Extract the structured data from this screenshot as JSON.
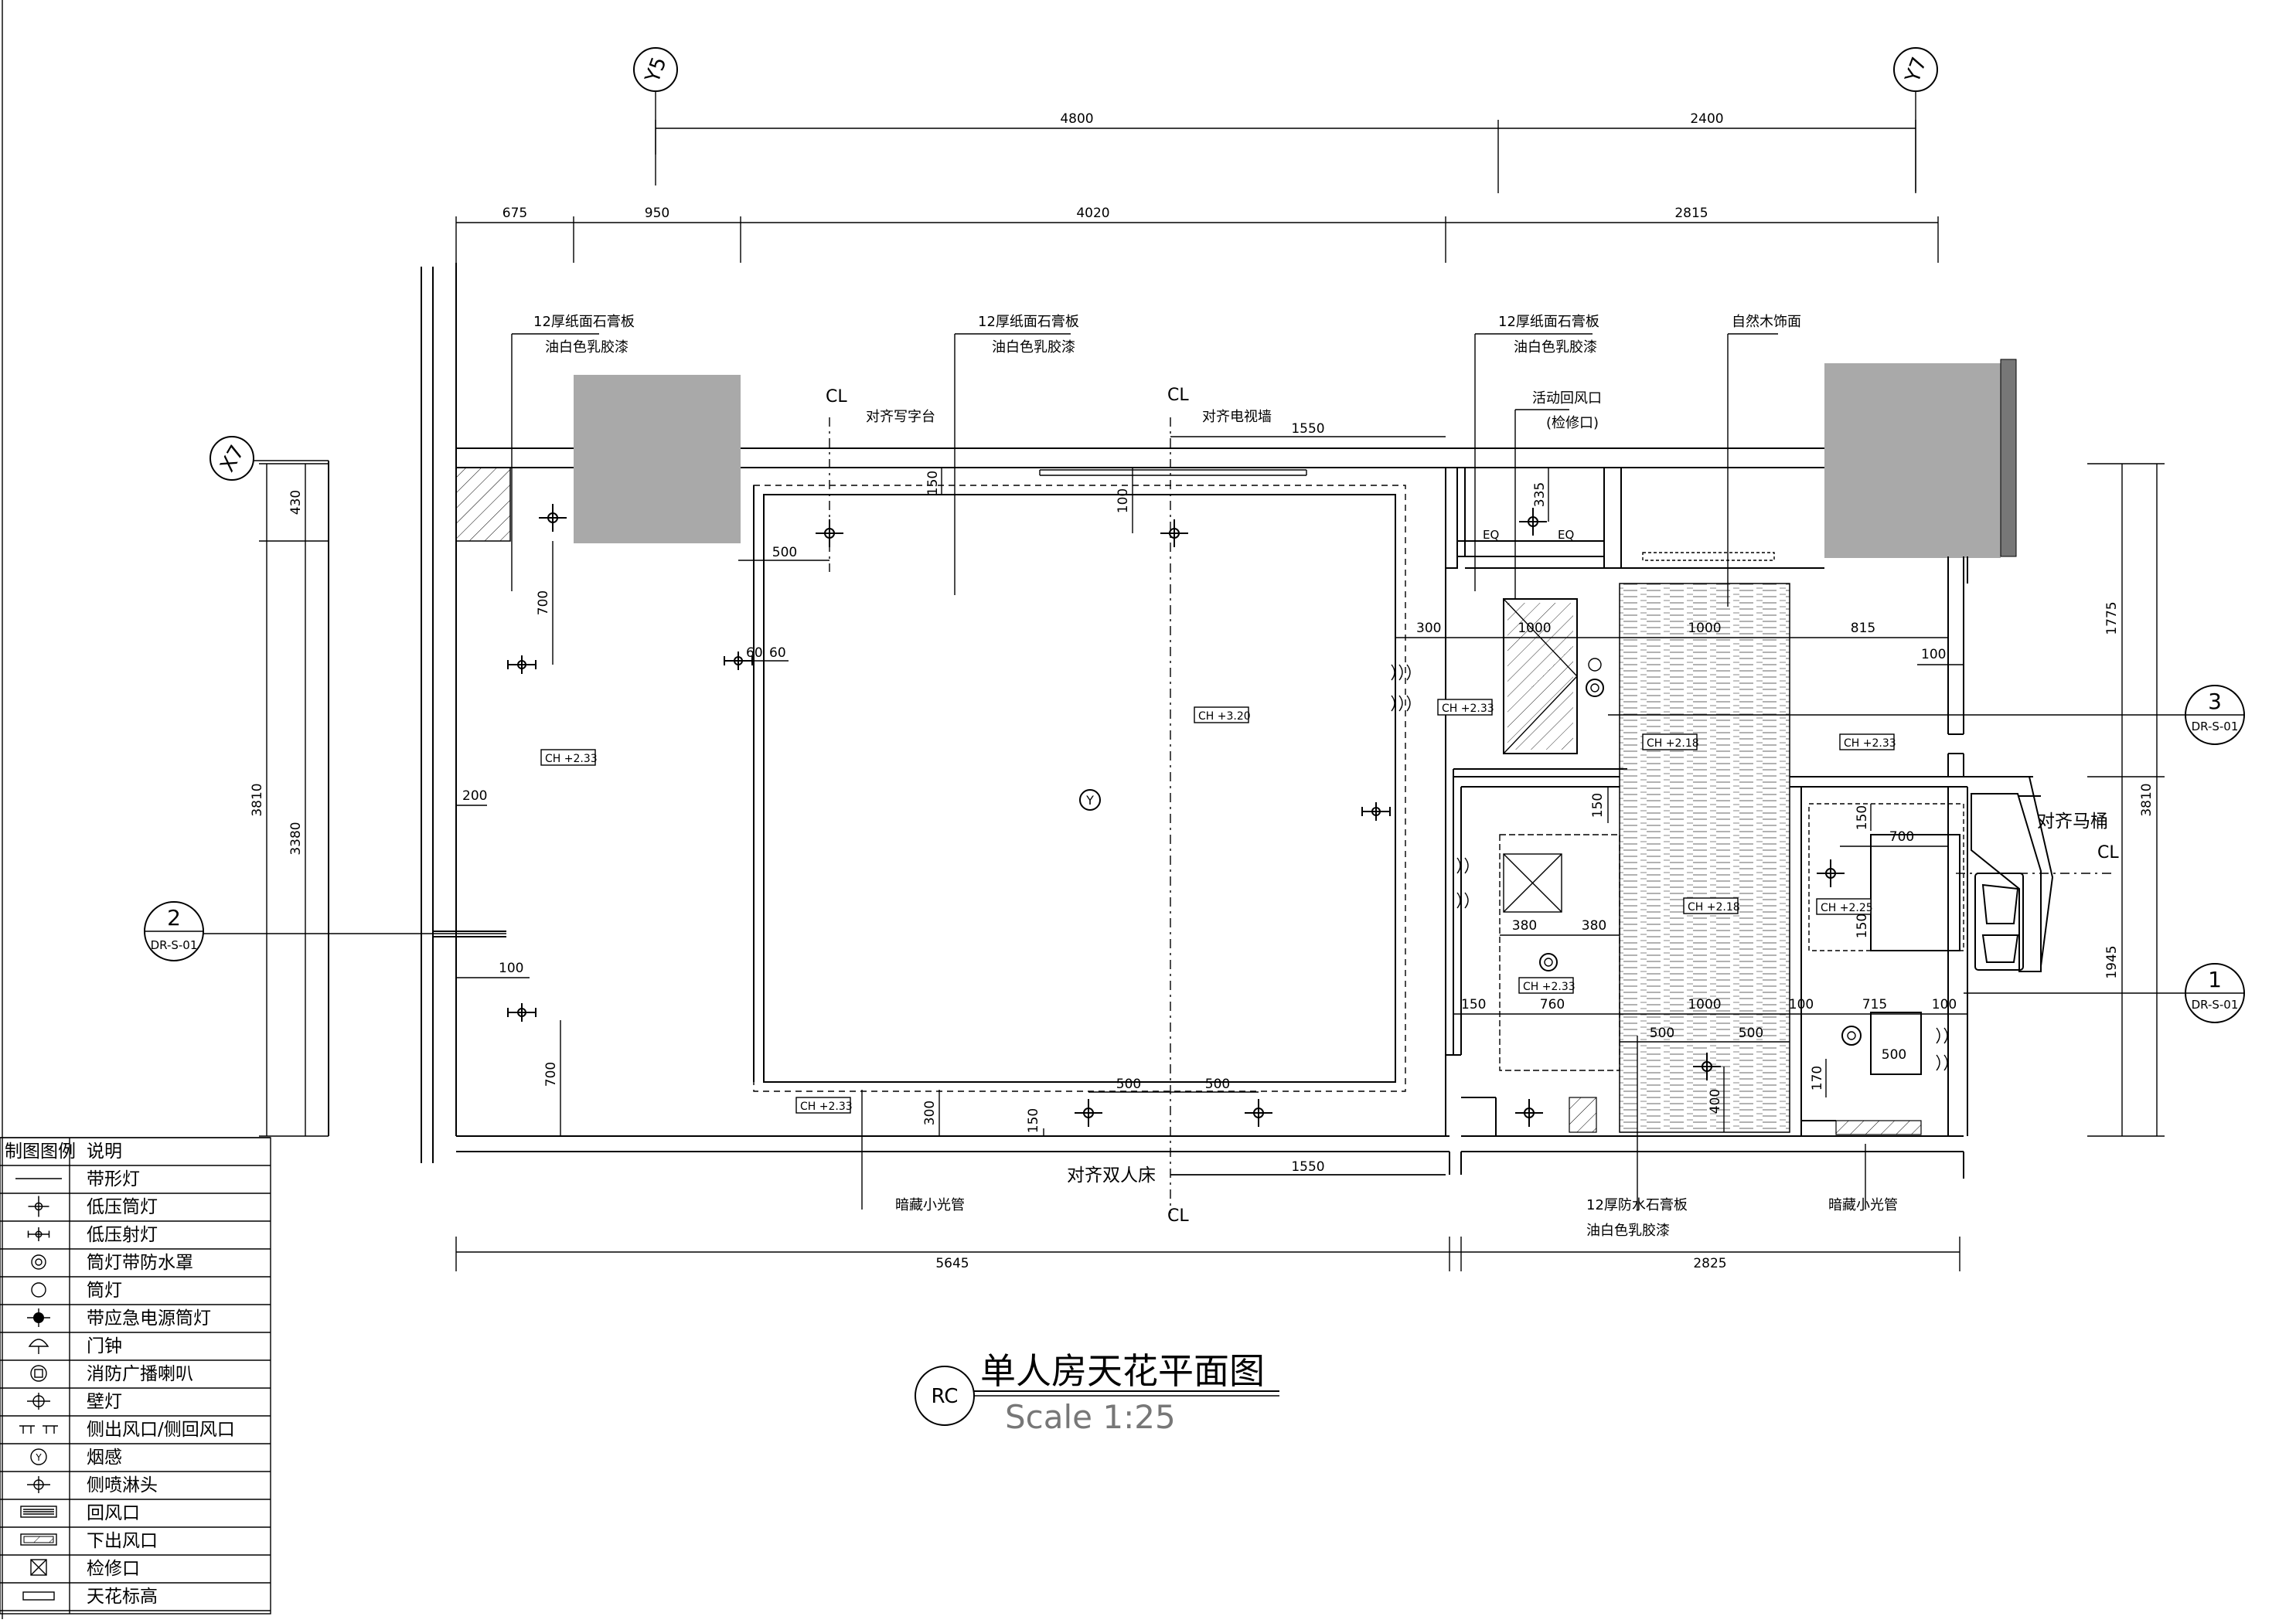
{
  "drawing": {
    "title": "单人房天花平面图",
    "scale": "Scale 1:25",
    "code": "RC"
  },
  "axes": {
    "y5": "Y5",
    "y7": "Y7",
    "x7": "X7"
  },
  "dims_top1": [
    "4800",
    "2400"
  ],
  "dims_top2": [
    "675",
    "950",
    "4020",
    "2815"
  ],
  "dims_bottom": [
    "5645",
    "2825"
  ],
  "dims_left": [
    "3810",
    "430",
    "3380"
  ],
  "dims_right": [
    "1775",
    "3810",
    "1945"
  ],
  "dims_inner": {
    "d1550a": "1550",
    "d1550b": "1550",
    "d150a": "150",
    "d100a": "100",
    "d335": "335",
    "d500a": "500",
    "d700a": "700",
    "d60a": "60",
    "d60b": "60",
    "d200": "200",
    "d100b": "100",
    "d700b": "700",
    "d300a": "300",
    "d1000a": "1000",
    "d1000b": "1000",
    "d815": "815",
    "d100c": "100",
    "d150b": "150",
    "d700c": "700",
    "d380a": "380",
    "d380b": "380",
    "d150c": "150",
    "d760": "760",
    "d1000c": "1000",
    "d100d": "100",
    "d715": "715",
    "d100e": "100",
    "d500b": "500",
    "d500c": "500",
    "d500d": "500",
    "d400": "400",
    "d170": "170",
    "d300b": "300",
    "d150d": "150",
    "d500e": "500",
    "d500f": "500",
    "eqa": "EQ",
    "eqb": "EQ",
    "d150e": "150",
    "d150f": "150"
  },
  "notes": {
    "n1a": "12厚纸面石膏板",
    "n1b": "油白色乳胶漆",
    "n2a": "12厚纸面石膏板",
    "n2b": "油白色乳胶漆",
    "n3a": "12厚纸面石膏板",
    "n3b": "油白色乳胶漆",
    "n4": "自然木饰面",
    "n5a": "活动回风口",
    "n5b": "(检修口)",
    "n6": "对齐写字台",
    "n7": "对齐电视墙",
    "n8": "对齐双人床",
    "n9": "对齐马桶",
    "n10": "暗藏小光管",
    "n11": "暗藏小光管",
    "n12a": "12厚防水石膏板",
    "n12b": "油白色乳胶漆"
  },
  "ceiling_heights": {
    "ch1": "CH +2.33",
    "ch2": "CH +3.20",
    "ch3": "CH +2.33",
    "ch4": "CH +2.18",
    "ch5": "CH +2.33",
    "ch6": "CH +2.18",
    "ch7": "CH +2.25",
    "ch8": "CH +2.33",
    "ch9": "CH +2.33"
  },
  "sections": [
    {
      "num": "2",
      "ref": "DR-S-01"
    },
    {
      "num": "3",
      "ref": "DR-S-01"
    },
    {
      "num": "1",
      "ref": "DR-S-01"
    }
  ],
  "center_mark": "CL",
  "smoke": "Y",
  "legend": {
    "header_symbol": "制图图例",
    "header_desc": "说明",
    "items": [
      {
        "icon": "strip-light-icon",
        "label": "带形灯"
      },
      {
        "icon": "low-voltage-downlight-icon",
        "label": "低压筒灯"
      },
      {
        "icon": "low-voltage-spotlight-icon",
        "label": "低压射灯"
      },
      {
        "icon": "waterproof-downlight-icon",
        "label": "筒灯带防水罩"
      },
      {
        "icon": "downlight-icon",
        "label": "筒灯"
      },
      {
        "icon": "emergency-downlight-icon",
        "label": "带应急电源筒灯"
      },
      {
        "icon": "doorbell-icon",
        "label": "门钟"
      },
      {
        "icon": "fire-speaker-icon",
        "label": "消防广播喇叭"
      },
      {
        "icon": "wall-light-icon",
        "label": "壁灯"
      },
      {
        "icon": "side-vent-icon",
        "label": "侧出风口/侧回风口"
      },
      {
        "icon": "smoke-detector-icon",
        "label": "烟感"
      },
      {
        "icon": "side-sprinkler-icon",
        "label": "侧喷淋头"
      },
      {
        "icon": "return-vent-icon",
        "label": "回风口"
      },
      {
        "icon": "down-vent-icon",
        "label": "下出风口"
      },
      {
        "icon": "access-panel-icon",
        "label": "检修口"
      },
      {
        "icon": "ceiling-height-icon",
        "label": "天花标高"
      }
    ]
  }
}
